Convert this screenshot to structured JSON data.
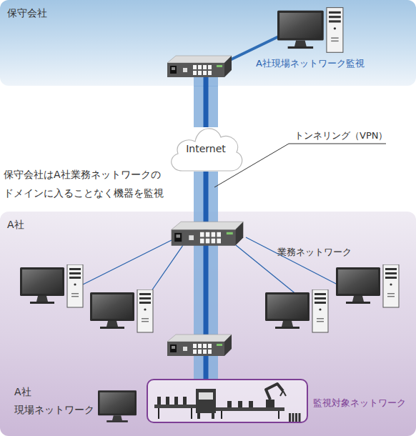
{
  "diagram": {
    "nodes": [
      {
        "text": [
          "保守会社"
        ]
      },
      {
        "text": [
          "Internet"
        ]
      },
      {
        "text": [
          "A社"
        ]
      },
      {
        "text": [
          "監視対象ネットワーク"
        ],
        "in": 2
      }
    ],
    "edges": [
      {
        "from": 0,
        "to": 1,
        "arrow": "none"
      },
      {
        "from": 1,
        "to": 3,
        "arrow": "none"
      }
    ],
    "labels": [
      "A社現場ネットワーク監視",
      "トンネリング（VPN）",
      "保守会社はA社業務ネットワークの ドメインに入ることなく機器を監視",
      "業務ネットワーク",
      "A社 現場ネットワーク"
    ]
  }
}
